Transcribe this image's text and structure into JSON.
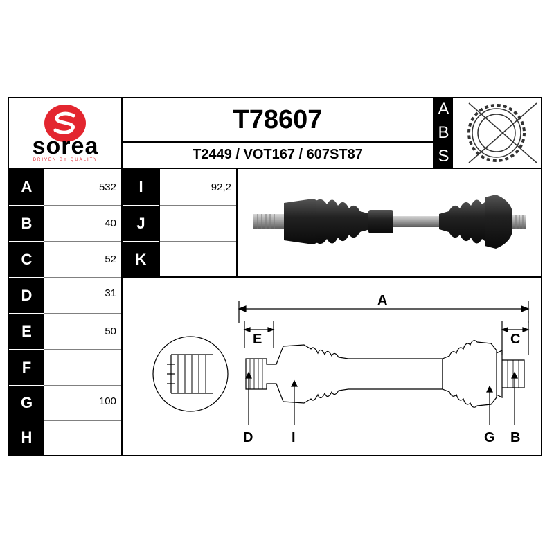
{
  "brand": {
    "logo_word": "sorea",
    "logo_tagline": "DRIVEN BY QUALITY",
    "color": "#e3262f"
  },
  "header": {
    "part_number": "T78607",
    "cross_refs": "T2449 / VOT167 / 607ST87"
  },
  "abs_block": {
    "letters": [
      "A",
      "B",
      "S"
    ]
  },
  "specs_left": [
    {
      "key": "A",
      "value": "532"
    },
    {
      "key": "B",
      "value": "40"
    },
    {
      "key": "C",
      "value": "52"
    },
    {
      "key": "D",
      "value": "31"
    },
    {
      "key": "E",
      "value": "50"
    },
    {
      "key": "F",
      "value": ""
    },
    {
      "key": "G",
      "value": "100"
    },
    {
      "key": "H",
      "value": ""
    }
  ],
  "specs_right": [
    {
      "key": "I",
      "value": "92,2"
    },
    {
      "key": "J",
      "value": ""
    },
    {
      "key": "K",
      "value": ""
    }
  ],
  "diagram": {
    "labels": {
      "A": "A",
      "E": "E",
      "C": "C",
      "D": "D",
      "I": "I",
      "G": "G",
      "B": "B"
    }
  }
}
